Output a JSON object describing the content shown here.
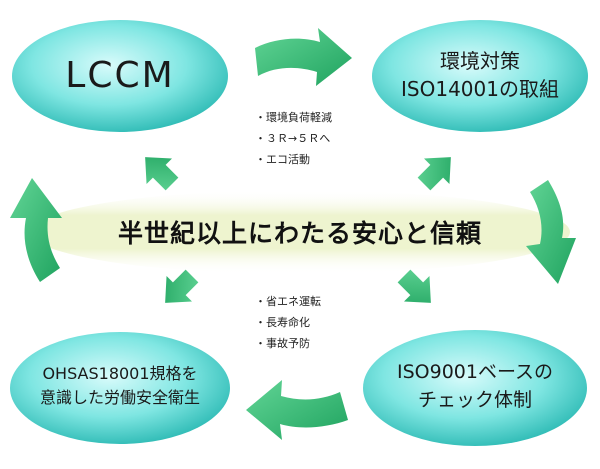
{
  "nodes": {
    "lccm": {
      "lines": [
        "LCCM"
      ]
    },
    "iso14001": {
      "lines": [
        "環境対策",
        "ISO14001の取組"
      ]
    },
    "ohsas": {
      "lines": [
        "OHSAS18001規格を",
        "意識した労働安全衛生"
      ]
    },
    "iso9001": {
      "lines": [
        "ISO9001ベースの",
        "チェック体制"
      ]
    }
  },
  "center": {
    "title": "半世紀以上にわたる安心と信頼"
  },
  "bullets_top": [
    "・環境負荷軽減",
    "・３Ｒ→５Ｒへ",
    "・エコ活動"
  ],
  "bullets_bottom": [
    "・省エネ運転",
    "・長寿命化",
    "・事故予防"
  ],
  "colors": {
    "ellipse_light": "#c8f5f5",
    "ellipse_mid": "#6ee0dc",
    "ellipse_dark": "#2bbcb6",
    "arrow": "#2ab36b",
    "arrow_light": "#5fd08f",
    "center_band": "#f3f6d8"
  }
}
